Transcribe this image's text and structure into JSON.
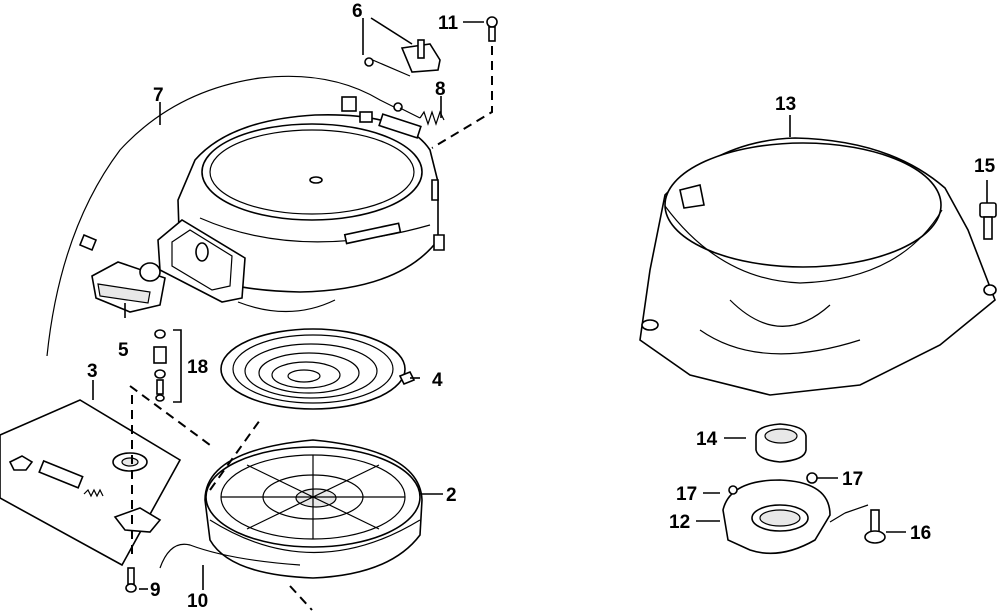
{
  "diagram": {
    "callouts": {
      "c1": "6",
      "c2": "11",
      "c3": "7",
      "c4": "8",
      "c5": "5",
      "c6": "18",
      "c7": "3",
      "c8": "4",
      "c9": "2",
      "c10": "9",
      "c11": "10",
      "c12": "13",
      "c13": "15",
      "c14": "14",
      "c15": "17",
      "c16": "17",
      "c17": "12",
      "c18": "16"
    }
  }
}
